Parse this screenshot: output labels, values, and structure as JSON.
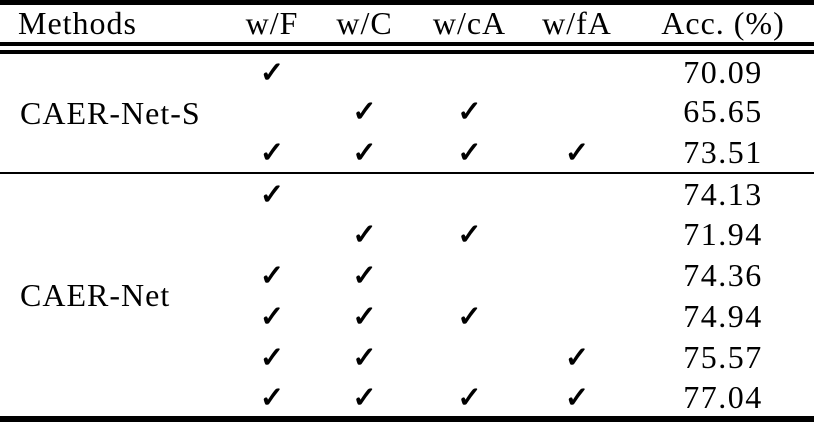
{
  "table": {
    "columns": [
      "Methods",
      "w/F",
      "w/C",
      "w/cA",
      "w/fA",
      "Acc. (%)"
    ],
    "check_glyph": "✓",
    "groups": [
      {
        "method": "CAER-Net-S",
        "rows": [
          {
            "checks": [
              "✓",
              "",
              "",
              ""
            ],
            "acc": "70.09"
          },
          {
            "checks": [
              "",
              "✓",
              "✓",
              ""
            ],
            "acc": "65.65"
          },
          {
            "checks": [
              "✓",
              "✓",
              "✓",
              "✓"
            ],
            "acc": "73.51"
          }
        ]
      },
      {
        "method": "CAER-Net",
        "rows": [
          {
            "checks": [
              "✓",
              "",
              "",
              ""
            ],
            "acc": "74.13"
          },
          {
            "checks": [
              "",
              "✓",
              "✓",
              ""
            ],
            "acc": "71.94"
          },
          {
            "checks": [
              "✓",
              "✓",
              "",
              ""
            ],
            "acc": "74.36"
          },
          {
            "checks": [
              "✓",
              "✓",
              "✓",
              ""
            ],
            "acc": "74.94"
          },
          {
            "checks": [
              "✓",
              "✓",
              "",
              "✓"
            ],
            "acc": "75.57"
          },
          {
            "checks": [
              "✓",
              "✓",
              "✓",
              "✓"
            ],
            "acc": "77.04"
          }
        ]
      }
    ]
  }
}
